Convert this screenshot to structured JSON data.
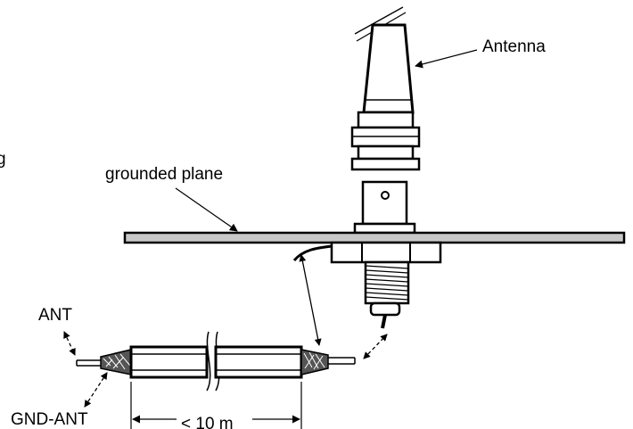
{
  "labels": {
    "antenna": "Antenna",
    "grounded_plane": "grounded plane",
    "ant": "ANT",
    "gnd_ant": "GND-ANT",
    "length": "< 10 m",
    "edge_fragment": "g"
  },
  "colors": {
    "stroke": "#000000",
    "plane_fill": "#c8c8c8",
    "braid": "#555555",
    "background": "#ffffff"
  }
}
